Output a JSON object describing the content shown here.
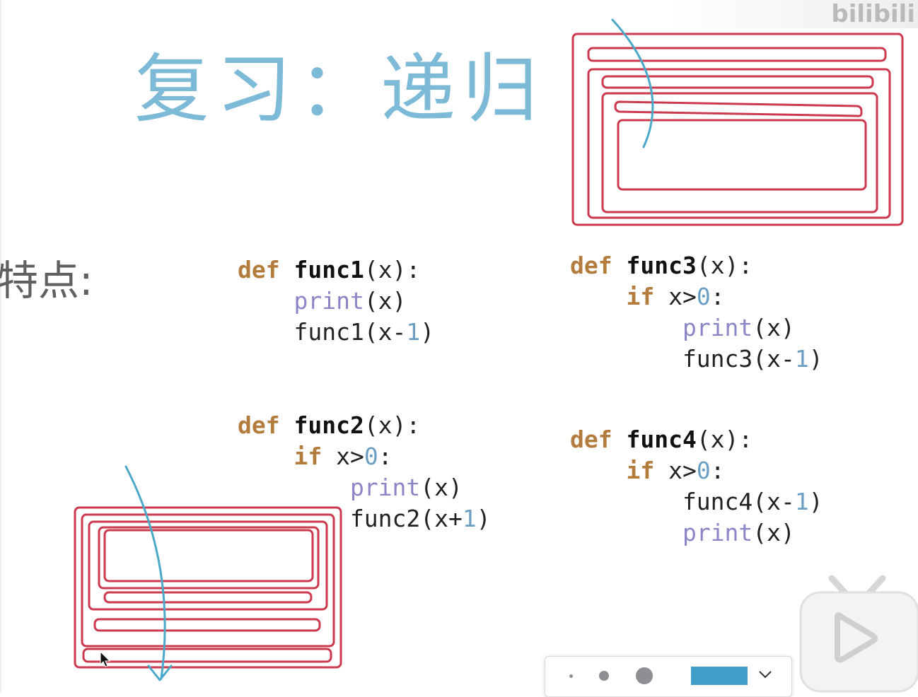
{
  "slide": {
    "title": "复习：递归",
    "features_label": "特点:"
  },
  "code_blocks": [
    {
      "name": "func1",
      "lines": [
        [
          {
            "t": "kw",
            "v": "def "
          },
          {
            "t": "fn",
            "v": "func1"
          },
          {
            "t": "p",
            "v": "(x):"
          }
        ],
        [
          {
            "t": "p",
            "v": "    "
          },
          {
            "t": "bi",
            "v": "print"
          },
          {
            "t": "p",
            "v": "(x)"
          }
        ],
        [
          {
            "t": "p",
            "v": "    func1(x-"
          },
          {
            "t": "num",
            "v": "1"
          },
          {
            "t": "p",
            "v": ")"
          }
        ]
      ]
    },
    {
      "name": "func2",
      "lines": [
        [
          {
            "t": "kw",
            "v": "def "
          },
          {
            "t": "fn",
            "v": "func2"
          },
          {
            "t": "p",
            "v": "(x):"
          }
        ],
        [
          {
            "t": "p",
            "v": "    "
          },
          {
            "t": "kw",
            "v": "if"
          },
          {
            "t": "p",
            "v": " x>"
          },
          {
            "t": "num",
            "v": "0"
          },
          {
            "t": "p",
            "v": ":"
          }
        ],
        [
          {
            "t": "p",
            "v": "        "
          },
          {
            "t": "bi",
            "v": "print"
          },
          {
            "t": "p",
            "v": "(x)"
          }
        ],
        [
          {
            "t": "p",
            "v": "        func2(x+"
          },
          {
            "t": "num",
            "v": "1"
          },
          {
            "t": "p",
            "v": ")"
          }
        ]
      ]
    },
    {
      "name": "func3",
      "lines": [
        [
          {
            "t": "kw",
            "v": "def "
          },
          {
            "t": "fn",
            "v": "func3"
          },
          {
            "t": "p",
            "v": "(x):"
          }
        ],
        [
          {
            "t": "p",
            "v": "    "
          },
          {
            "t": "kw",
            "v": "if"
          },
          {
            "t": "p",
            "v": " x>"
          },
          {
            "t": "num",
            "v": "0"
          },
          {
            "t": "p",
            "v": ":"
          }
        ],
        [
          {
            "t": "p",
            "v": "        "
          },
          {
            "t": "bi",
            "v": "print"
          },
          {
            "t": "p",
            "v": "(x)"
          }
        ],
        [
          {
            "t": "p",
            "v": "        func3(x-"
          },
          {
            "t": "num",
            "v": "1"
          },
          {
            "t": "p",
            "v": ")"
          }
        ]
      ]
    },
    {
      "name": "func4",
      "lines": [
        [
          {
            "t": "kw",
            "v": "def "
          },
          {
            "t": "fn",
            "v": "func4"
          },
          {
            "t": "p",
            "v": "(x):"
          }
        ],
        [
          {
            "t": "p",
            "v": "    "
          },
          {
            "t": "kw",
            "v": "if"
          },
          {
            "t": "p",
            "v": " x>"
          },
          {
            "t": "num",
            "v": "0"
          },
          {
            "t": "p",
            "v": ":"
          }
        ],
        [
          {
            "t": "p",
            "v": "        func4(x-"
          },
          {
            "t": "num",
            "v": "1"
          },
          {
            "t": "p",
            "v": ")"
          }
        ],
        [
          {
            "t": "p",
            "v": "        "
          },
          {
            "t": "bi",
            "v": "print"
          },
          {
            "t": "p",
            "v": "(x)"
          }
        ]
      ]
    }
  ],
  "colors": {
    "title": "#7dbad8",
    "keyword": "#b47c3c",
    "builtin": "#8a86c6",
    "number": "#6a9ec2",
    "diagram_frame": "#cc3a4e",
    "annotation_stroke": "#4aa8c8",
    "pen_swatch": "#3f9dc8"
  },
  "drawing_toolbar": {
    "pen_sizes": [
      "small",
      "medium",
      "large"
    ],
    "selected_color": "#3f9dc8",
    "dropdown_icon": "chevron-down-icon"
  },
  "watermark": {
    "text": "bilibili"
  },
  "player_icon": "bilibili-tv-play-icon"
}
